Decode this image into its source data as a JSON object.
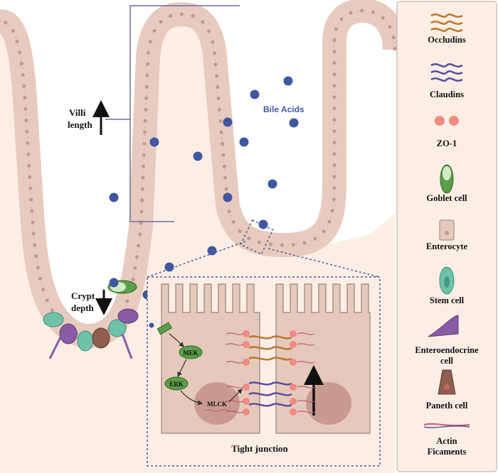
{
  "figure": {
    "villi_label": [
      "Villi",
      "length"
    ],
    "crypt_label": [
      "Crypt",
      "depth"
    ],
    "bile_acids_label": "Bile Acids",
    "tight_junction_label": "Tight junction",
    "signaling": {
      "mek": "MEK",
      "erk": "ERK",
      "mlck": "MLCK"
    }
  },
  "legend": {
    "items": [
      {
        "key": "occludins",
        "lines": [
          "Occludins"
        ],
        "icon": "occludin-icon"
      },
      {
        "key": "claudins",
        "lines": [
          "Claudins"
        ],
        "icon": "claudin-icon"
      },
      {
        "key": "zo1",
        "lines": [
          "ZO-1"
        ],
        "icon": "zo1-icon"
      },
      {
        "key": "goblet",
        "lines": [
          "Goblet cell"
        ],
        "icon": "goblet-cell-icon"
      },
      {
        "key": "enterocyte",
        "lines": [
          "Enterocyte"
        ],
        "icon": "enterocyte-icon"
      },
      {
        "key": "stem",
        "lines": [
          "Stem cell"
        ],
        "icon": "stem-cell-icon"
      },
      {
        "key": "enteroendocrine",
        "lines": [
          "Enteroendocrine",
          "cell"
        ],
        "icon": "enteroendocrine-cell-icon"
      },
      {
        "key": "paneth",
        "lines": [
          "Paneth cell"
        ],
        "icon": "paneth-cell-icon"
      },
      {
        "key": "actin",
        "lines": [
          "Actin",
          "Ficaments"
        ],
        "icon": "actin-filament-icon"
      }
    ]
  },
  "colors": {
    "tissue_bg": "#fdeee5",
    "epithelium": "#e8cbbf",
    "cell_border": "#b79c92",
    "nucleus": "#c59a8d",
    "bile_acid": "#3f57a0",
    "occludin": "#b87a2e",
    "claudin": "#5c4ea2",
    "zo1": "#f08a82",
    "goblet": "#5b9d48",
    "stem": "#6fc2aa",
    "enteroendocrine": "#8a5ba5",
    "paneth": "#8f5e4f",
    "frame": "#6b6fa0",
    "junction_cell": "#e5c9bb"
  }
}
